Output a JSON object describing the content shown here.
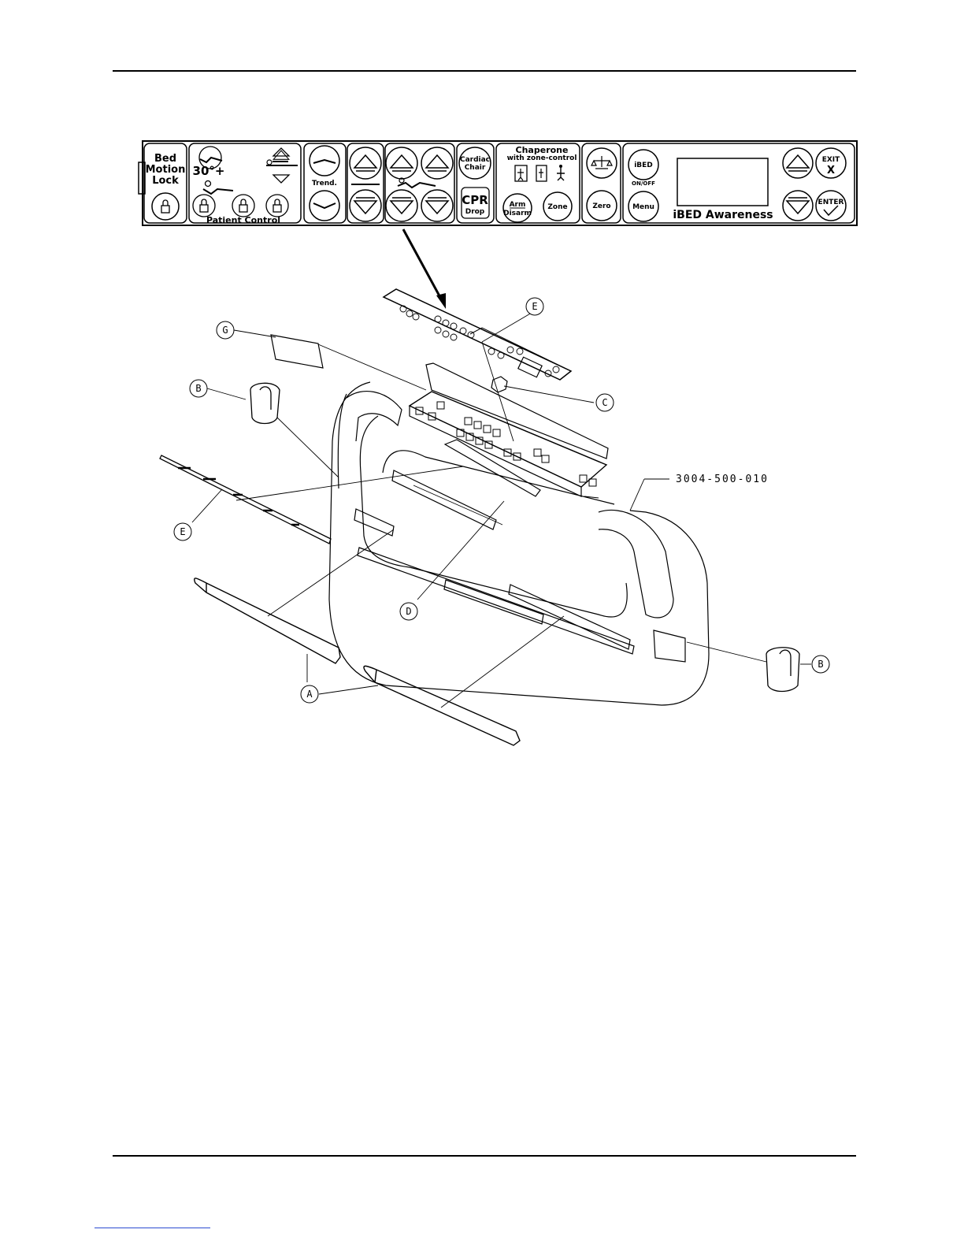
{
  "panel": {
    "bed_motion_lock": [
      "Bed",
      "Motion",
      "Lock"
    ],
    "angle_label": "30°+",
    "patient_control": "Patient Control",
    "trend_label": "Trend.",
    "cardiac_chair": [
      "Cardiac",
      "Chair"
    ],
    "cpr_label": "CPR",
    "drop_label": "Drop",
    "chaperone_title": "Chaperone",
    "chaperone_sub": "with zone-control",
    "arm_disarm": [
      "Arm",
      "Disarm"
    ],
    "zone_label": "Zone",
    "zero_label": "Zero",
    "ibed_label": "iBED",
    "on_off_label": "ON/OFF",
    "menu_label": "Menu",
    "ibed_awareness": "iBED Awareness",
    "exit_label": "EXIT",
    "exit_x": "X",
    "enter_label": "ENTER"
  },
  "callouts": {
    "A": "A",
    "B": "B",
    "C": "C",
    "D": "D",
    "E": "E",
    "G": "G"
  },
  "part_number": "3004-500-010"
}
